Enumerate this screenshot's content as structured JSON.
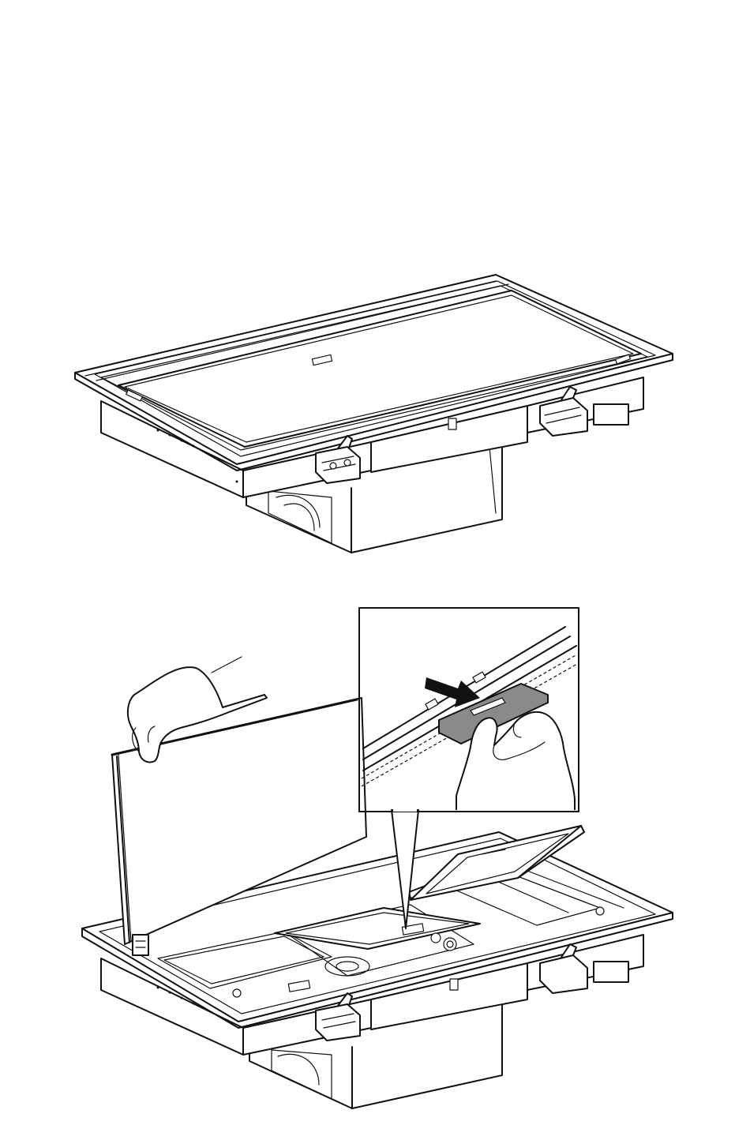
{
  "figure": {
    "panels": [
      {
        "id": "cooktop-assembled",
        "description_icon": "cooktop-icon"
      },
      {
        "id": "cooktop-glass-lifted",
        "description_icon": "hand-icon"
      },
      {
        "id": "detail-callout",
        "description_icon": "arrow-icon"
      }
    ]
  },
  "colors": {
    "line": "#111111",
    "background": "#ffffff",
    "tab_fill": "#8a8a8a"
  }
}
